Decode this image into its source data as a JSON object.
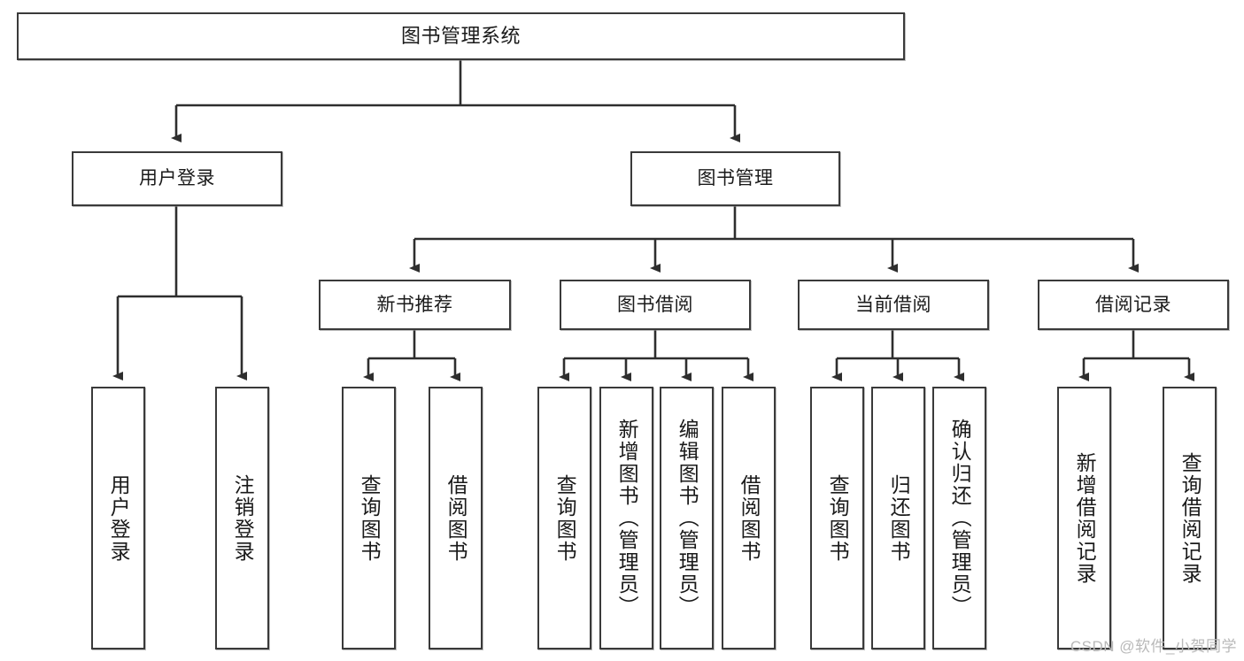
{
  "diagram": {
    "title": "图书管理系统",
    "type": "tree-hierarchy-chart",
    "watermark": "CSDN @软件_小贺同学",
    "colors": {
      "stroke": "#3a3a3a",
      "fill": "#ffffff",
      "text": "#1a1a1a",
      "watermark": "#b9b9b9"
    },
    "root": {
      "label": "图书管理系统"
    },
    "level1": [
      {
        "label": "用户登录"
      },
      {
        "label": "图书管理"
      }
    ],
    "level2": [
      {
        "label": "新书推荐"
      },
      {
        "label": "图书借阅"
      },
      {
        "label": "当前借阅"
      },
      {
        "label": "借阅记录"
      }
    ],
    "leaves": {
      "user_login": [
        {
          "label": "用户登录"
        },
        {
          "label": "注销登录"
        }
      ],
      "new_book_recommend": [
        {
          "label": "查询图书"
        },
        {
          "label": "借阅图书"
        }
      ],
      "book_borrow": [
        {
          "label": "查询图书"
        },
        {
          "label": "新增图书（管理员）"
        },
        {
          "label": "编辑图书（管理员）"
        },
        {
          "label": "借阅图书"
        }
      ],
      "current_borrow": [
        {
          "label": "查询图书"
        },
        {
          "label": "归还图书"
        },
        {
          "label": "确认归还（管理员）"
        }
      ],
      "borrow_record": [
        {
          "label": "新增借阅记录"
        },
        {
          "label": "查询借阅记录"
        }
      ]
    }
  }
}
